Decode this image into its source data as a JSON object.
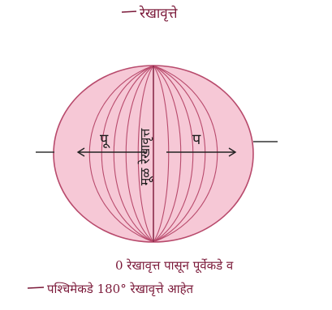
{
  "diagram": {
    "top_label": "रेखावृत्ते",
    "east_label": "पू",
    "west_label": "प",
    "prime_meridian_label": "मूळ रेखावृत्त",
    "caption_line1": "0 रेखावृत्त पासून पूर्वेकडे व",
    "caption_line2": "पश्चिमेकडे 180° रेखावृत्ते आहेत",
    "colors": {
      "globe_fill": "#f6c8d6",
      "line_stroke": "#b84a6c",
      "handwriting": "#7a1838"
    }
  }
}
